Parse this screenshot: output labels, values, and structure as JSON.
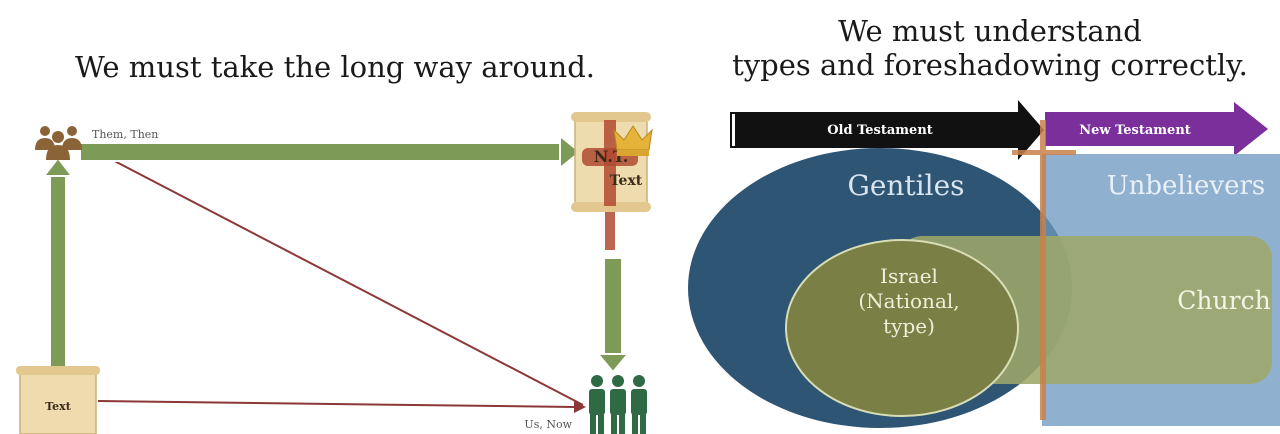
{
  "left_panel": {
    "title": "We must take the long way around.",
    "them_then_label": "Them, Then",
    "us_now_label": "Us, Now",
    "bottom_scroll_text": "Text",
    "nt_scroll_abbrev": "N.T.",
    "nt_scroll_text": "Text",
    "icons": [
      "group-of-people-icon",
      "scroll-icon",
      "crown-icon",
      "group-of-people-icon"
    ],
    "colors": {
      "arrow_green": "#7e9a57",
      "line_red": "#8c3838",
      "people_top": "#8a6436",
      "people_bottom": "#2f6a45",
      "scroll": "#efdcae"
    }
  },
  "right_panel": {
    "title_line1": "We must understand",
    "title_line2": "types and foreshadowing correctly.",
    "old_testament_label": "Old Testament",
    "new_testament_label": "New Testament",
    "gentiles_label": "Gentiles",
    "unbelievers_label": "Unbelievers",
    "israel_line1": "Israel",
    "israel_line2": "(National,",
    "israel_line3": "type)",
    "church_label": "Church",
    "colors": {
      "old_arrow": "#111111",
      "new_arrow": "#7a2f9b",
      "gentiles": "#2f5575",
      "unbelievers": "#8fb0cf",
      "church": "#9ea76a",
      "israel": "#7a7f45",
      "cross": "#c8814a"
    }
  }
}
